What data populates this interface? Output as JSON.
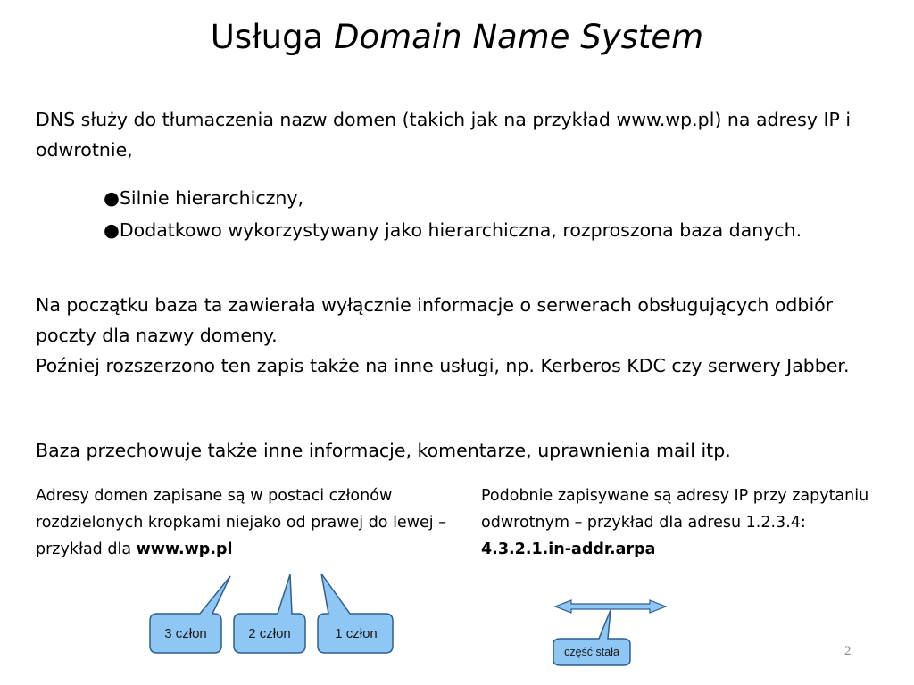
{
  "slide": {
    "title_prefix": "Usługa",
    "title_italic": "Domain Name System",
    "paragraph1": "DNS służy do tłumaczenia nazw domen (takich jak na przykład www.wp.pl) na adresy IP i odwrotnie,",
    "bullets": [
      "●Silnie hierarchiczny,",
      "●Dodatkowo wykorzystywany jako hierarchiczna, rozproszona baza danych."
    ],
    "paragraph2_line1": "Na początku baza ta zawierała wyłącznie informacje o serwerach obsługujących odbiór poczty dla nazwy domeny.",
    "paragraph2_line2": "Poźniej rozszerzono ten zapis także na inne usługi, np. Kerberos KDC czy serwery Jabber.",
    "paragraph3": "Baza przechowuje także inne informacje, komentarze, uprawnienia mail itp.",
    "left_column": {
      "text": "Adresy domen zapisane są w postaci członów rozdzielonych kropkami niejako od prawej do lewej – przykład dla ",
      "bold": "www.wp.pl"
    },
    "right_column": {
      "text": "Podobnie zapisywane są adresy IP przy zapytaniu odwrotnym – przykład dla adresu 1.2.3.4:",
      "bold": "4.3.2.1.in-addr.arpa"
    },
    "callouts": [
      "3 człon",
      "2 człon",
      "1 człon"
    ],
    "fixed_part_label": "część stała",
    "page_number": "2"
  },
  "colors": {
    "callout_fill": "#8ec7f4",
    "callout_stroke": "#2f5f8f",
    "page_number": "#8a8a8a"
  }
}
